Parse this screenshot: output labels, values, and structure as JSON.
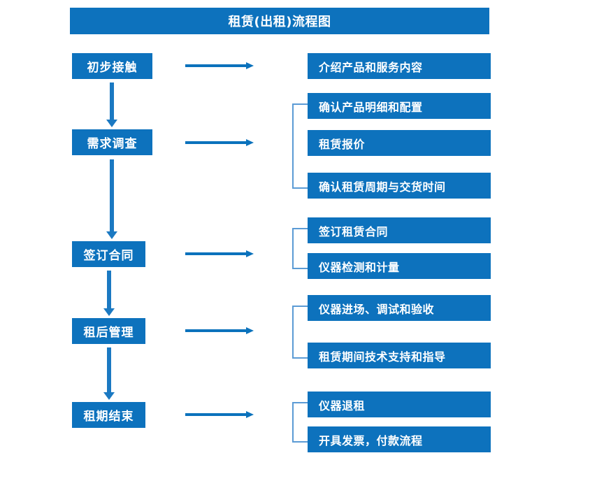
{
  "header": {
    "title": "租赁(出租)流程图"
  },
  "colors": {
    "box_blue": "#0d72bd",
    "arrow_blue": "#0b72bc",
    "bracket_blue": "#5b9bd5",
    "text_white": "#ffffff",
    "background": "#ffffff"
  },
  "stages": [
    {
      "label": "初步接触"
    },
    {
      "label": "需求调查"
    },
    {
      "label": "签订合同"
    },
    {
      "label": "租后管理"
    },
    {
      "label": "租期结束"
    }
  ],
  "tasks": [
    {
      "label": "介绍产品和服务内容"
    },
    {
      "label": "确认产品明细和配置"
    },
    {
      "label": "租赁报价"
    },
    {
      "label": "确认租赁周期与交货时间"
    },
    {
      "label": "签订租赁合同"
    },
    {
      "label": "仪器检测和计量"
    },
    {
      "label": "仪器进场、调试和验收"
    },
    {
      "label": "租赁期间技术支持和指导"
    },
    {
      "label": "仪器退租"
    },
    {
      "label": "开具发票，付款流程"
    }
  ],
  "flow": {
    "stage_to_task_arrows": 5,
    "stage_to_stage_arrows": 4,
    "task_group_brackets": 4
  }
}
